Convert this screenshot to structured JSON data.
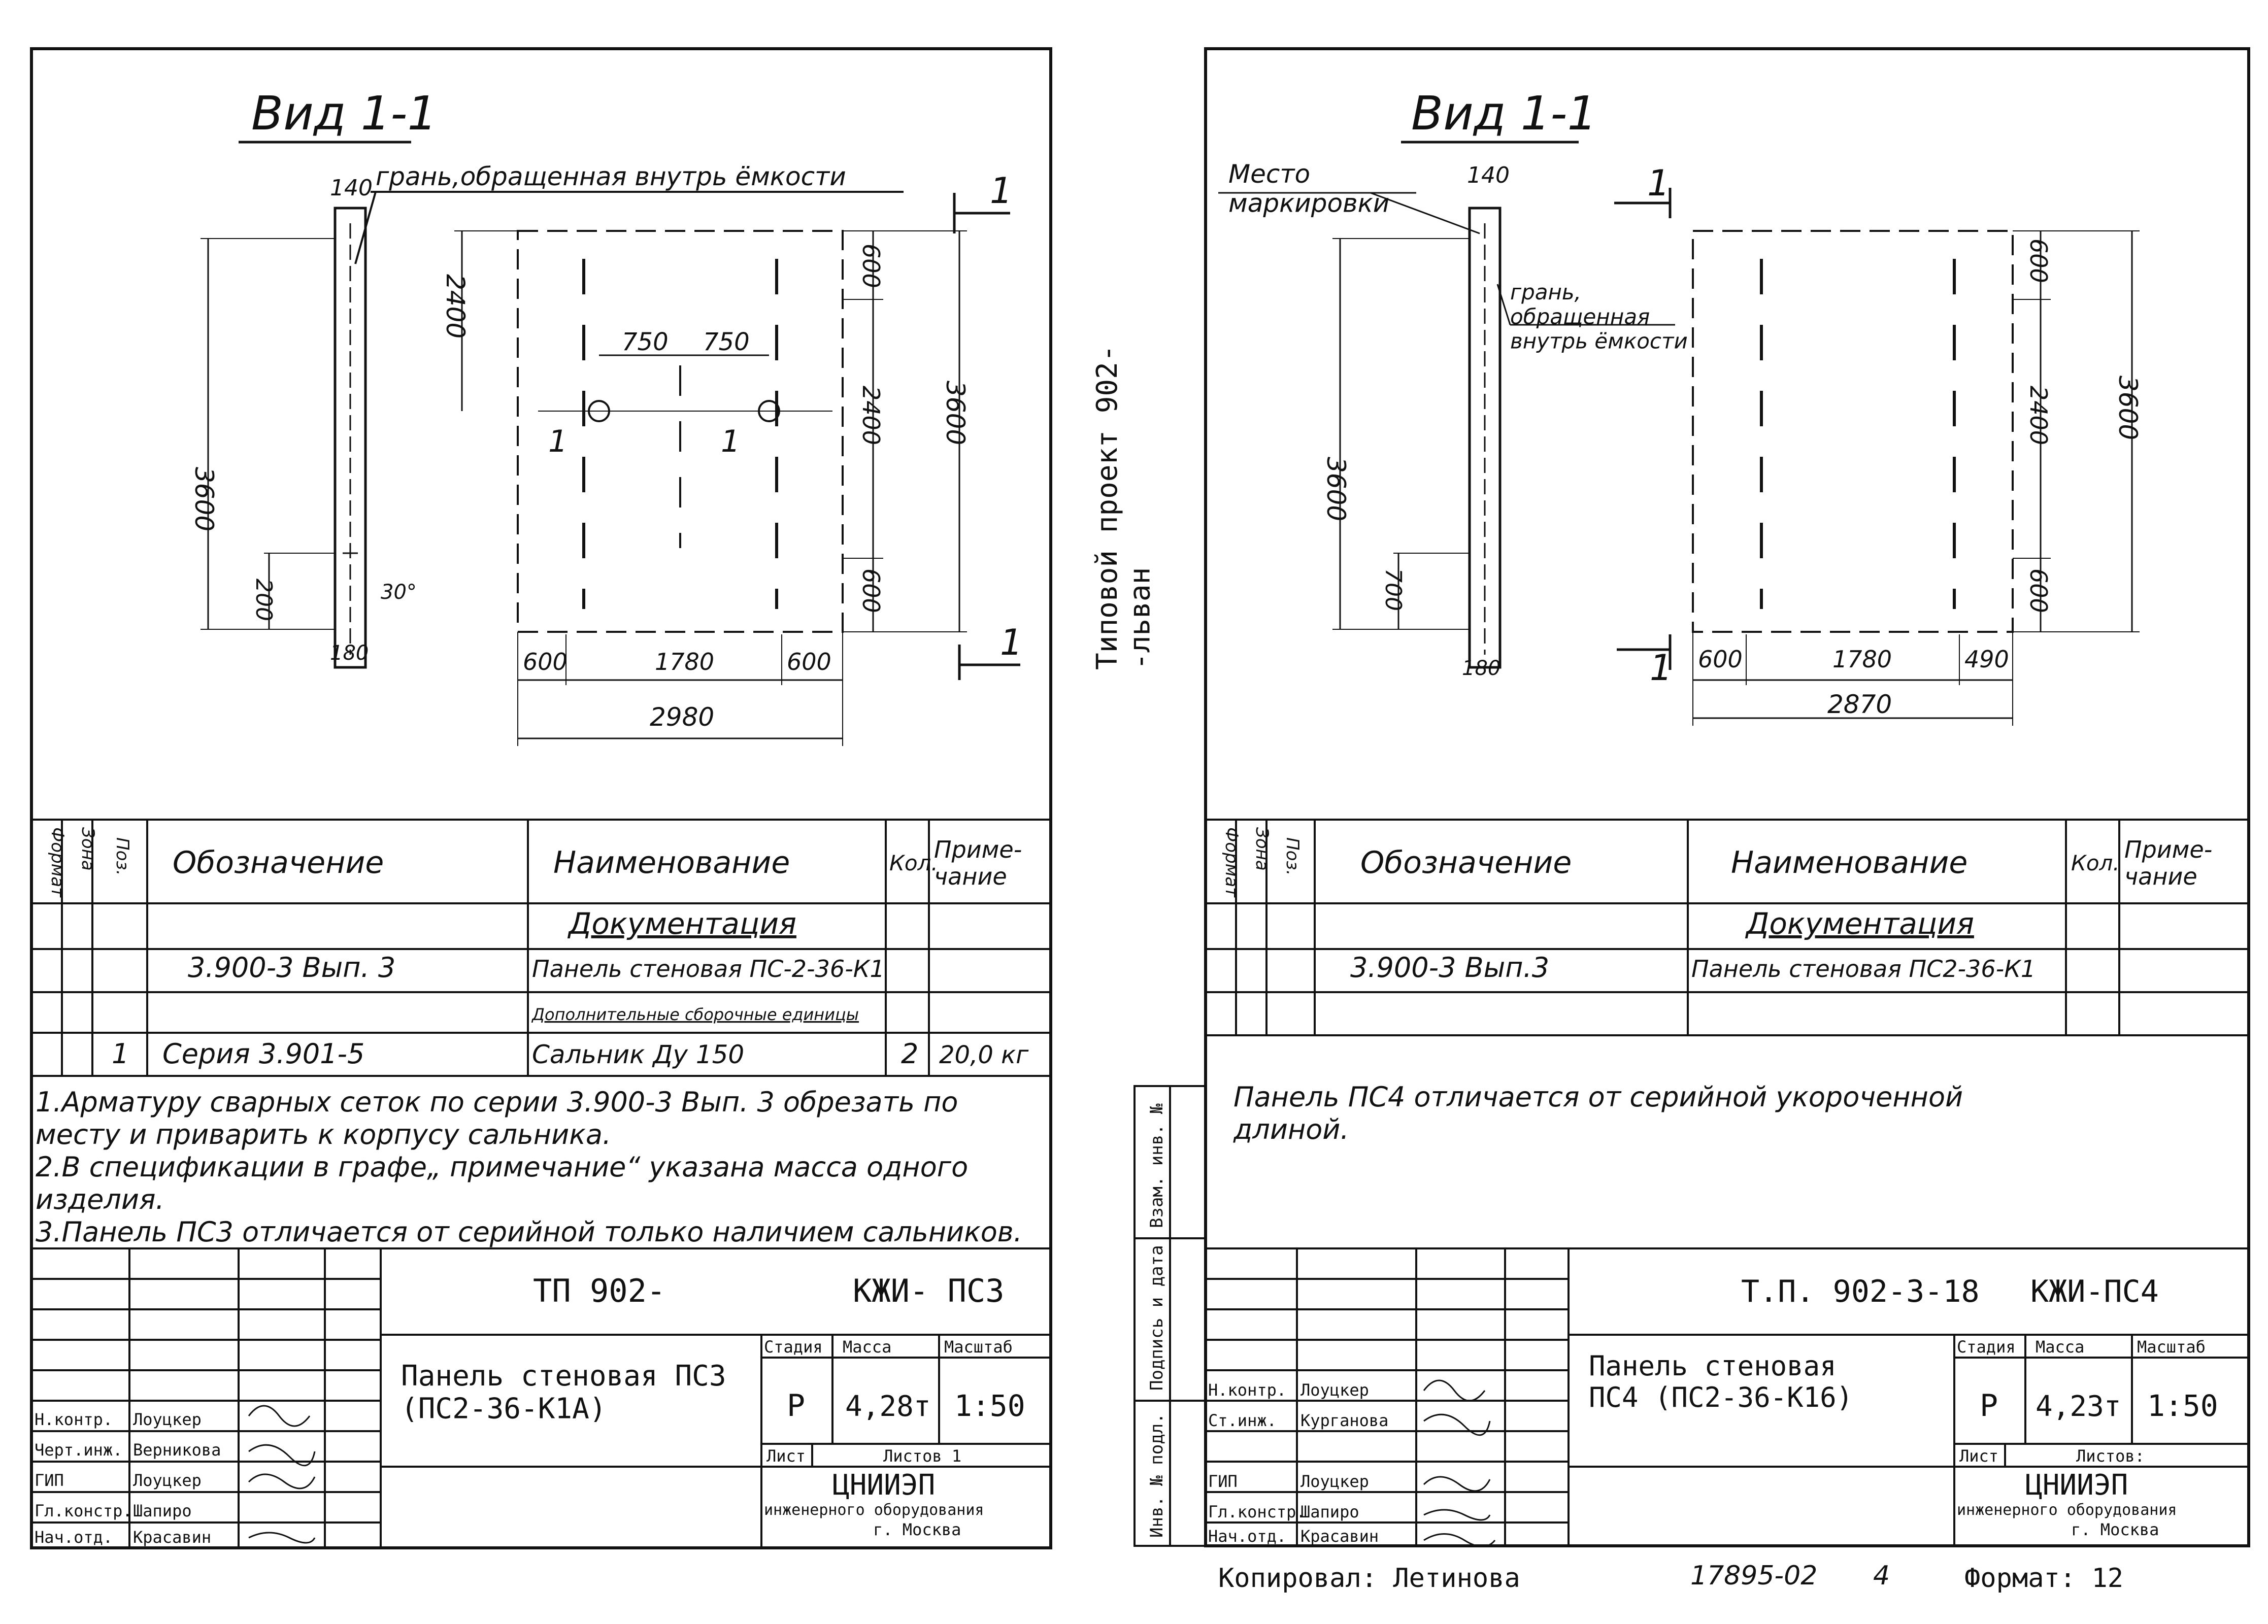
{
  "left": {
    "view_title": "Вид 1-1",
    "section_mark": "1",
    "callout_text": "грань,обращенная внутрь ёмкости",
    "dims": {
      "thickness_top": "140",
      "thickness_bottom": "180",
      "height_side": "3600",
      "bottom_gap": "200",
      "angle": "30°",
      "top_to_holes": "2400",
      "hole_spacing_left": "750",
      "hole_spacing_right": "750",
      "inner_top": "600",
      "inner_mid": "2400",
      "inner_bottom": "600",
      "height_right": "3600",
      "bottom_left": "600",
      "bottom_mid": "1780",
      "bottom_right": "600",
      "total_width": "2980"
    },
    "spec": {
      "headers": [
        "Формат",
        "Зона",
        "Поз.",
        "Обозначение",
        "Наименование",
        "Кол.",
        "Приме-\nчание"
      ],
      "rows": [
        {
          "pos": "",
          "designation": "",
          "name": "Документация",
          "qty": "",
          "note": ""
        },
        {
          "pos": "",
          "designation": "3.900-3   Вып. 3",
          "name": "Панель стеновая ПС-2-36-К1",
          "qty": "",
          "note": ""
        },
        {
          "pos": "",
          "designation": "",
          "name": "Дополнительные сборочные единицы",
          "qty": "",
          "note": ""
        },
        {
          "pos": "1",
          "designation": "Серия 3.901-5",
          "name": "Сальник  Ду 150",
          "qty": "2",
          "note": "20,0 кг"
        }
      ]
    },
    "notes": "1.Арматуру сварных сеток по серии 3.900-3  Вып. 3 обрезать по\n   месту и приварить к корпусу сальника.\n2.В спецификации в графе„ примечание“ указана масса одного изделия.\n3.Панель ПС3 отличается от серийной только наличием сальников.",
    "title_block": {
      "code_left": "ТП 902-",
      "code_right": "КЖИ- ПС3",
      "name": "Панель стеновая ПС3\n(ПС2-36-К1А)",
      "stage_hdr": "Стадия",
      "mass_hdr": "Масса",
      "scale_hdr": "Масштаб",
      "stage": "Р",
      "mass": "4,28т",
      "scale": "1:50",
      "sheet_hdr": "Лист",
      "sheets_hdr": "Листов 1",
      "org": "ЦНИИЭП",
      "org_sub": "инженерного оборудования",
      "city": "г. Москва",
      "roles": [
        {
          "role": "Н.контр.",
          "name": "Лоуцкер"
        },
        {
          "role": "Черт.инж.",
          "name": "Верникова"
        },
        {
          "role": "ГИП",
          "name": "Лоуцкер"
        },
        {
          "role": "Гл.констр.",
          "name": "Шапиро"
        },
        {
          "role": "Нач.отд.",
          "name": "Красавин"
        }
      ]
    }
  },
  "right": {
    "view_title": "Вид 1-1",
    "section_mark": "1",
    "marking_label": "Место\nмаркировки",
    "callout_text": "грань,\nобращенная\nвнутрь ёмкости",
    "dims": {
      "thickness_top": "140",
      "thickness_bottom": "180",
      "height_side": "3600",
      "bottom_gap": "700",
      "inner_top": "600",
      "inner_mid": "2400",
      "inner_bottom": "600",
      "height_right": "3600",
      "bottom_left": "600",
      "bottom_mid": "1780",
      "bottom_right": "490",
      "total_width": "2870"
    },
    "spec": {
      "headers": [
        "Формат",
        "Зона",
        "Поз.",
        "Обозначение",
        "Наименование",
        "Кол.",
        "Приме-\nчание"
      ],
      "rows": [
        {
          "pos": "",
          "designation": "",
          "name": "Документация",
          "qty": "",
          "note": ""
        },
        {
          "pos": "",
          "designation": "3.900-3      Вып.3",
          "name": "Панель стеновая ПС2-36-К1",
          "qty": "",
          "note": ""
        },
        {
          "pos": "",
          "designation": "",
          "name": "",
          "qty": "",
          "note": ""
        }
      ]
    },
    "notes": "Панель ПС4 отличается от серийной укороченной\nдлиной.",
    "title_block": {
      "code_left": "Т.П. 902-3-18",
      "code_right": "КЖИ-ПС4",
      "name": "Панель стеновая\nПС4 (ПС2-36-К16)",
      "stage_hdr": "Стадия",
      "mass_hdr": "Масса",
      "scale_hdr": "Масштаб",
      "stage": "Р",
      "mass": "4,23т",
      "scale": "1:50",
      "sheet_hdr": "Лист",
      "sheets_hdr": "Листов:",
      "org": "ЦНИИЭП",
      "org_sub": "инженерного оборудования",
      "city": "г. Москва",
      "roles": [
        {
          "role": "Н.контр.",
          "name": "Лоуцкер"
        },
        {
          "role": "Ст.инж.",
          "name": "Курганова"
        },
        {
          "role": "ГИП",
          "name": "Лоуцкер"
        },
        {
          "role": "Гл.констр.",
          "name": "Шапиро"
        },
        {
          "role": "Нач.отд.",
          "name": "Красавин"
        }
      ]
    },
    "side_labels": [
      "Инв. № подл.",
      "Подпись и дата",
      "Взам. инв. №"
    ]
  },
  "vertical_project": "Типовой проект 902-\n-льван",
  "footer": {
    "copied_by": "Копировал: Летинова",
    "doc_number": "17895-02",
    "page": "4",
    "format": "Формат: 12"
  }
}
